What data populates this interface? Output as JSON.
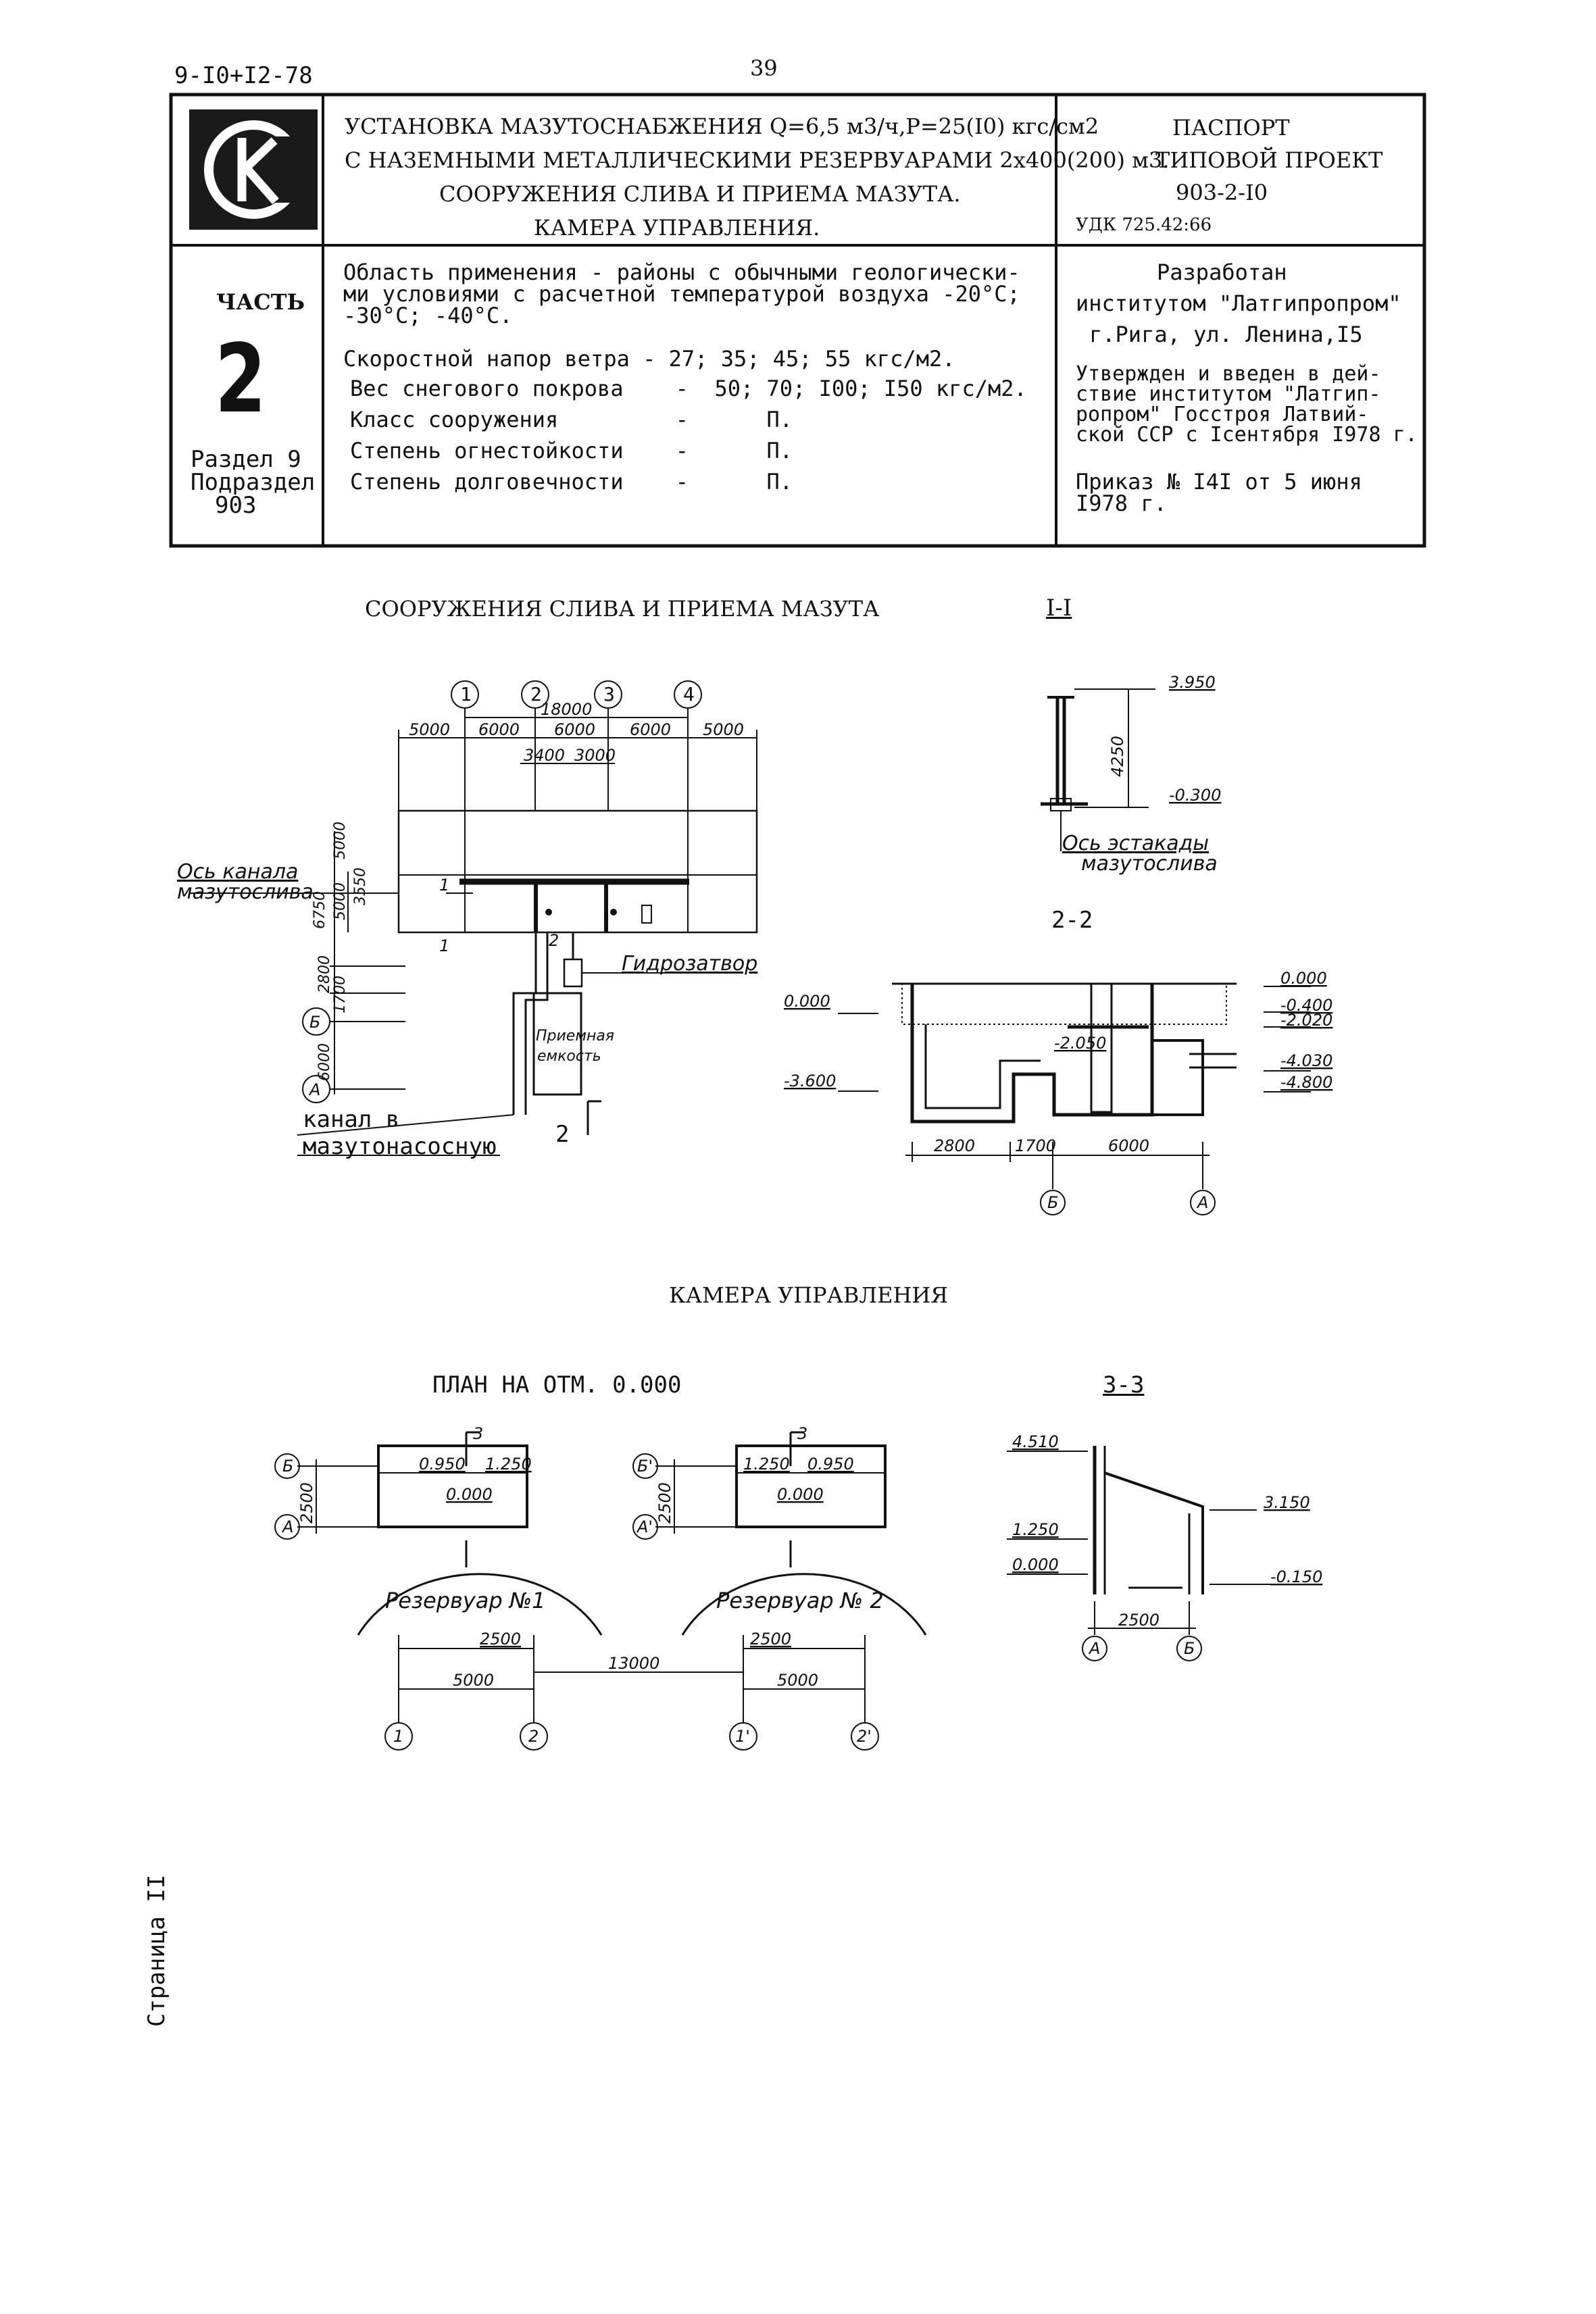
{
  "header": {
    "doc_code": "9-I0+I2-78",
    "page_number": "39"
  },
  "title_block": {
    "title_lines": [
      "УСТАНОВКА МАЗУТОСНАБЖЕНИЯ Q=6,5 м3/ч,Р=25(I0) кгс/см2",
      "С НАЗЕМНЫМИ МЕТАЛЛИЧЕСКИМИ РЕЗЕРВУАРАМИ 2х400(200) м3.",
      "СООРУЖЕНИЯ СЛИВА И ПРИЕМА МАЗУТА.",
      "КАМЕРА УПРАВЛЕНИЯ."
    ],
    "passport_lines": [
      "ПАСПОРТ",
      "ТИПОВОЙ ПРОЕКТ",
      "903-2-I0"
    ],
    "udk": "УДК 725.42:66",
    "part_label": "ЧАСТЬ",
    "part_number": "2",
    "section_lines": [
      "Раздел 9",
      "Подраздел",
      "903"
    ],
    "area_lines": [
      "Область применения - районы с обычными геологически-",
      "ми условиями с расчетной температурой воздуха -20°С;",
      "-30°С; -40°С."
    ],
    "params": [
      "Скоростной напор ветра - 27; 35; 45; 55 кгс/м2.",
      "Вес снегового покрова    -  50; 70; I00; I50 кгс/м2.",
      "Класс сооружения         -      П.",
      "Степень огнестойкости    -      П.",
      "Степень долговечности    -      П."
    ],
    "developer_lines": [
      "Разработан",
      "институтом \"Латгипропром\"",
      "г.Рига, ул. Ленина,I5"
    ],
    "approval_lines": [
      "Утвержден и введен в дей-",
      "ствие институтом \"Латгип-",
      "ропром\" Госстроя Латвий-",
      "ской ССР с Iсентября I978 г."
    ],
    "order_lines": [
      "Приказ № I4I от 5 июня",
      "I978 г."
    ]
  },
  "drawing1": {
    "title": "СООРУЖЕНИЯ СЛИВА И ПРИЕМА МАЗУТА",
    "axes": [
      "1",
      "2",
      "3",
      "4"
    ],
    "total_dim": "18000",
    "span_dims": [
      "5000",
      "6000",
      "6000",
      "6000",
      "5000"
    ],
    "inner_dims": [
      "3400",
      "3000"
    ],
    "vert_dims": [
      "5000",
      "6750",
      "5000",
      "2800",
      "1700",
      "6000",
      "3550"
    ],
    "row_axes": [
      "Б",
      "А"
    ],
    "labels": {
      "canal_axis": "Ось канала",
      "canal_axis2": "мазутослива",
      "hydrolock": "Гидрозатвор",
      "tank1": "Приемная",
      "tank2": "емкость",
      "channel1": "канал в",
      "channel2": "мазутонасосную"
    },
    "cut_marks": [
      "1",
      "1",
      "2",
      "2"
    ]
  },
  "section11": {
    "title": "I-I",
    "levels": [
      "3.950",
      "-0.300"
    ],
    "dim": "4250",
    "note1": "Ось эстакады",
    "note2": "мазутослива"
  },
  "section22": {
    "title": "2-2",
    "levels_left": [
      "0.000",
      "-3.600"
    ],
    "inner_level": "-2.050",
    "levels_right": [
      "0.000",
      "-0.400",
      "-2.020",
      "-4.030",
      "-4.800"
    ],
    "dims": [
      "2800",
      "1700",
      "6000"
    ],
    "axes": [
      "Б",
      "А"
    ]
  },
  "drawing2": {
    "title": "КАМЕРА УПРАВЛЕНИЯ",
    "plan_title": "ПЛАН НА ОТМ. 0.000",
    "cut_mark": "3",
    "tank1": "Резервуар №1",
    "tank2": "Резервуар № 2",
    "levels1": [
      "0.950",
      "1.250",
      "0.000"
    ],
    "levels2": [
      "1.250",
      "0.950",
      "0.000"
    ],
    "dim_2500": "2500",
    "dim_5000": "5000",
    "dim_13000": "13000",
    "axes_left": [
      "Б",
      "А"
    ],
    "axes_right": [
      "Б'",
      "А'"
    ],
    "bottom_axes": [
      "1",
      "2",
      "1'",
      "2'"
    ]
  },
  "section33": {
    "title": "3-3",
    "levels": [
      "4.510",
      "3.150",
      "1.250",
      "0.000",
      "-0.150"
    ],
    "dim": "2500",
    "axes": [
      "А",
      "Б"
    ]
  },
  "footer": {
    "side_text": "Страница II"
  }
}
